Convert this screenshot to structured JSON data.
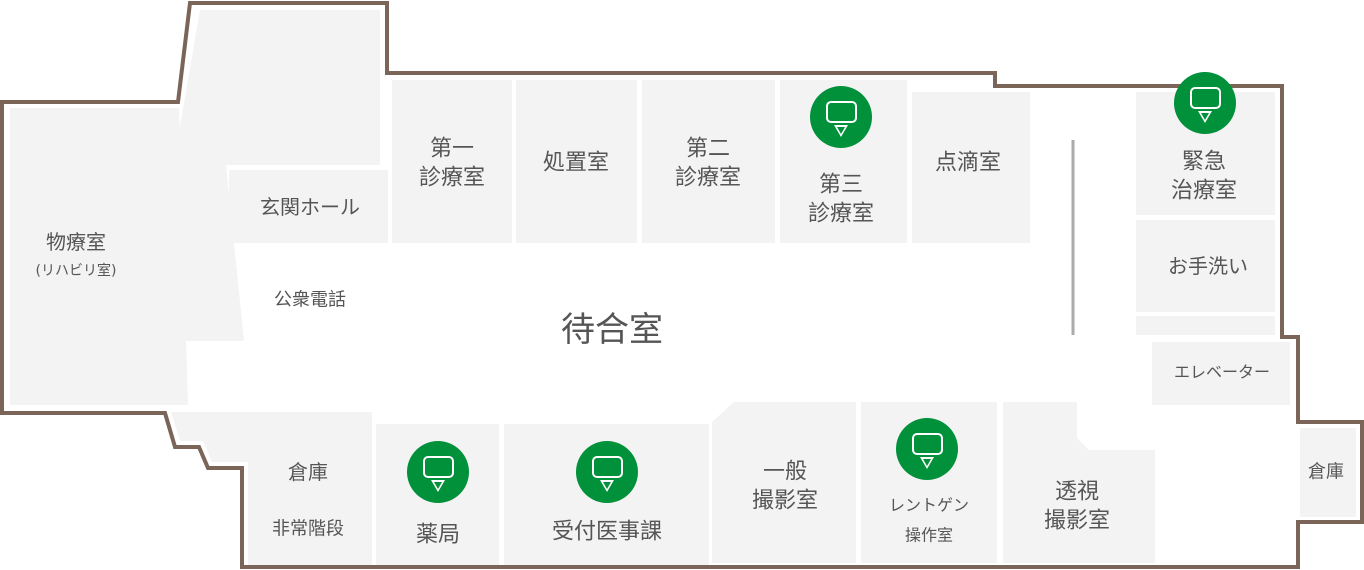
{
  "colors": {
    "outline": "#7a6558",
    "room": "#f3f3f3",
    "accent": "#00913a",
    "text": "#555555"
  },
  "rooms": {
    "physio": {
      "name": "物療室",
      "sub": "(リハビリ室)"
    },
    "entrance": "玄関ホール",
    "phone": "公衆電話",
    "exam1": [
      "第一",
      "診療室"
    ],
    "treatment": "処置室",
    "exam2": [
      "第二",
      "診療室"
    ],
    "exam3": [
      "第三",
      "診療室"
    ],
    "drip": "点滴室",
    "emergency": [
      "緊急",
      "治療室"
    ],
    "restroom": "お手洗い",
    "elevator": "エレベーター",
    "waiting": "待合室",
    "storage_left": "倉庫",
    "emergency_stairs": "非常階段",
    "pharmacy": "薬局",
    "reception": "受付医事課",
    "xray": [
      "一般",
      "撮影室"
    ],
    "xray_control": [
      "レントゲン",
      "操作室"
    ],
    "fluoro": [
      "透視",
      "撮影室"
    ],
    "storage_right": "倉庫"
  },
  "icons": [
    "display-marker-icon",
    "display-marker-icon",
    "display-marker-icon",
    "display-marker-icon",
    "display-marker-icon"
  ]
}
